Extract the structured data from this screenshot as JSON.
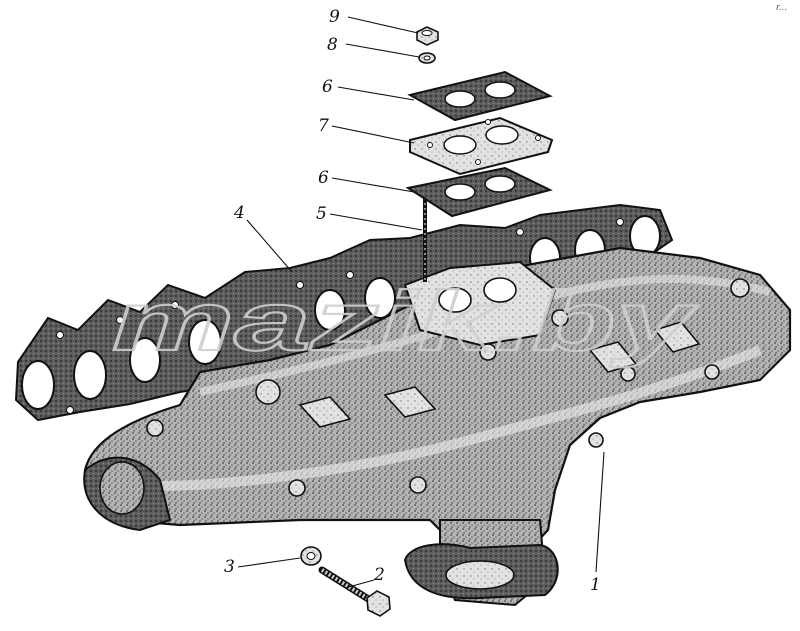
{
  "watermark": "mazik.by",
  "corner_mark": "r...",
  "callouts": [
    {
      "id": "9",
      "label": "9",
      "part": "nut"
    },
    {
      "id": "8",
      "label": "8",
      "part": "washer"
    },
    {
      "id": "6a",
      "label": "6",
      "part": "gasket"
    },
    {
      "id": "7",
      "label": "7",
      "part": "spacer-plate"
    },
    {
      "id": "6b",
      "label": "6",
      "part": "gasket"
    },
    {
      "id": "5",
      "label": "5",
      "part": "stud"
    },
    {
      "id": "4",
      "label": "4",
      "part": "manifold-gasket"
    },
    {
      "id": "3",
      "label": "3",
      "part": "washer"
    },
    {
      "id": "2",
      "label": "2",
      "part": "bolt"
    },
    {
      "id": "1",
      "label": "1",
      "part": "exhaust-manifold"
    }
  ],
  "colors": {
    "ink": "#111111",
    "metal": "#9a9a9a",
    "gasket": "#555555"
  }
}
